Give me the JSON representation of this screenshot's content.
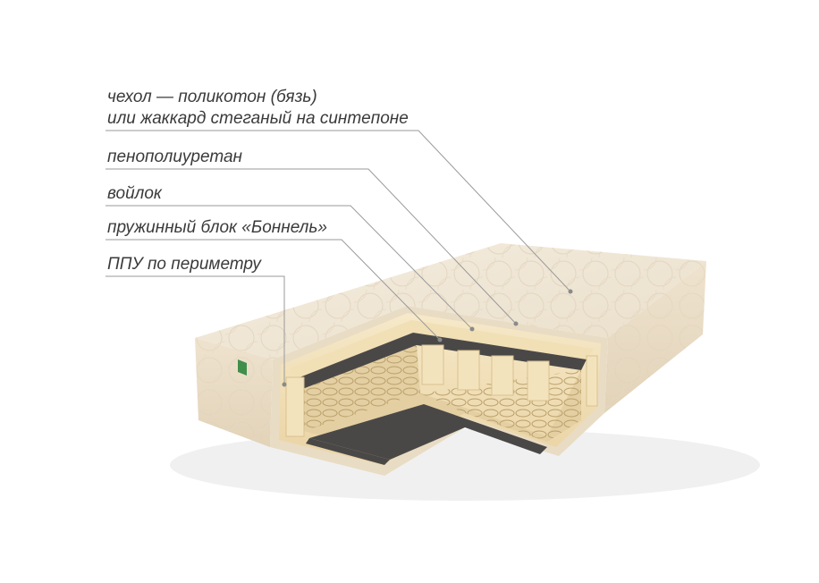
{
  "labels": {
    "cover_line1": "чехол — поликотон (бязь)",
    "cover_line2": "или жаккард стеганый на синтепоне",
    "foam": "пенополиуретан",
    "felt": "войлок",
    "spring_block": "пружинный блок «Боннель»",
    "perimeter": "ППУ по периметру"
  },
  "colors": {
    "text": "#3a3a3a",
    "leader": "#9a9a9a",
    "cover": "#efe6d6",
    "foam": "#f2e2bf",
    "felt": "#4a4847",
    "spring": "#c9b07a"
  }
}
